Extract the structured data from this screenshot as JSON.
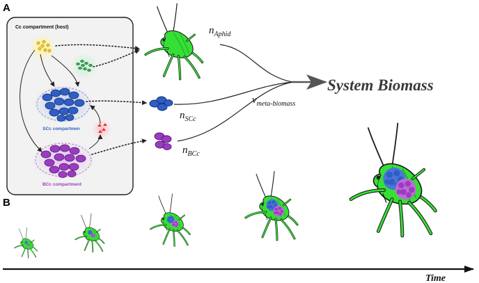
{
  "panel_a": {
    "letter": "A",
    "host_box_label": "Cc compartment (host)",
    "scc_label": "SCc compartmen",
    "bcc_label": "BCc compartment",
    "n_aphid": {
      "base": "n",
      "sub": "Aphid"
    },
    "n_scc": {
      "base": "n",
      "sub": "SCc"
    },
    "n_bcc": {
      "base": "n",
      "sub": "BCc"
    },
    "v_meta": {
      "base": "v",
      "sub": "meta-biomass"
    },
    "system_biomass": "System Biomass"
  },
  "panel_b": {
    "letter": "B",
    "time_label": "Time",
    "growth_stages": 5
  },
  "colors": {
    "aphid_green": "#35e035",
    "aphid_outline": "#1c1c1c",
    "scc_blue": "#2f5fc4",
    "bcc_purple": "#9a3cc0",
    "sugar_yellow": "#f2c418",
    "metabolite_green": "#3aa65a",
    "metabolite_red": "#e0303a",
    "arrow_gray": "#555555"
  }
}
